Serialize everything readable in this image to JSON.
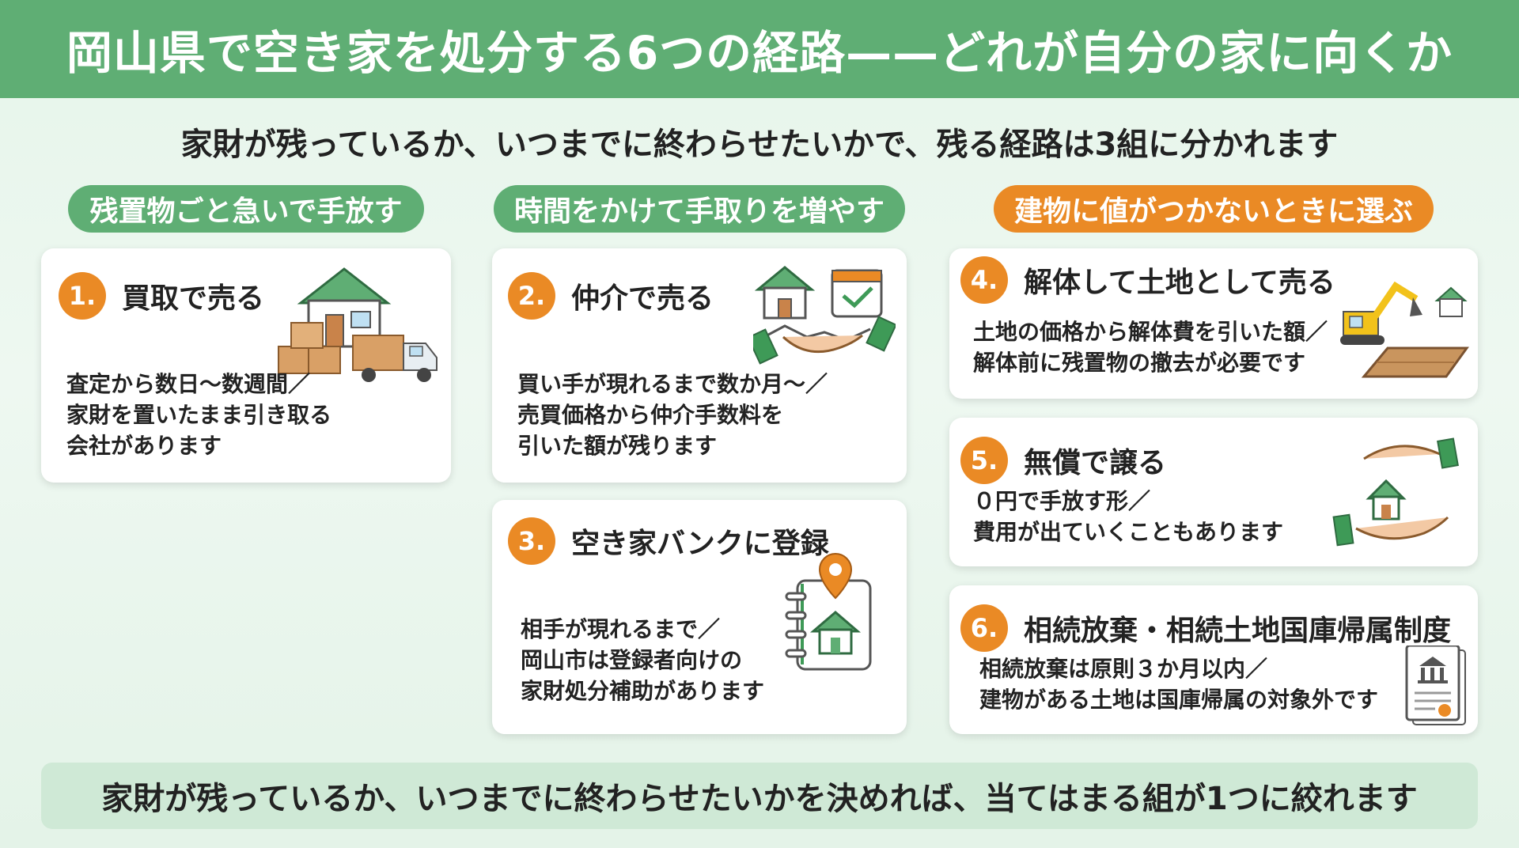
{
  "title": "岡山県で空き家を処分する6つの経路——どれが自分の家に向くか",
  "subtitle": "家財が残っているか、いつまでに終わらせたいかで、残る経路は3組に分かれます",
  "groups": [
    {
      "label": "残置物ごと急いで手放す",
      "color": "#5fae74"
    },
    {
      "label": "時間をかけて手取りを増やす",
      "color": "#5fae74"
    },
    {
      "label": "建物に値がつかないときに選ぶ",
      "color": "#ea8a25"
    }
  ],
  "routes": [
    {
      "number": "1.",
      "title": "買取で売る",
      "lines": [
        "査定から数日〜数週間／",
        "家財を置いたまま引き取る",
        "会社があります"
      ],
      "icon": "house-boxes-truck-icon"
    },
    {
      "number": "2.",
      "title": "仲介で売る",
      "lines": [
        "買い手が現れるまで数か月〜／",
        "売買価格から仲介手数料を",
        "引いた額が残ります"
      ],
      "icon": "handshake-house-calendar-icon"
    },
    {
      "number": "3.",
      "title": "空き家バンクに登録",
      "lines": [
        "相手が現れるまで／",
        "岡山市は登録者向けの",
        "家財処分補助があります"
      ],
      "icon": "notebook-house-pin-icon"
    },
    {
      "number": "4.",
      "title": "解体して土地として売る",
      "lines": [
        "土地の価格から解体費を引いた額／",
        "解体前に残置物の撤去が必要です"
      ],
      "icon": "excavator-land-icon"
    },
    {
      "number": "5.",
      "title": "無償で譲る",
      "lines": [
        "０円で手放す形／",
        "費用が出ていくこともあります"
      ],
      "icon": "hands-house-icon"
    },
    {
      "number": "6.",
      "title": "相続放棄・相続土地国庫帰属制度",
      "lines": [
        "相続放棄は原則３か月以内／",
        "建物がある土地は国庫帰属の対象外です"
      ],
      "icon": "government-document-icon"
    }
  ],
  "footer": "家財が残っているか、いつまでに終わらせたいかを決めれば、当てはまる組が1つに絞れます",
  "colors": {
    "header_green": "#5fae74",
    "accent_orange": "#ea8a25",
    "footer_bg": "#cfe9d6"
  }
}
